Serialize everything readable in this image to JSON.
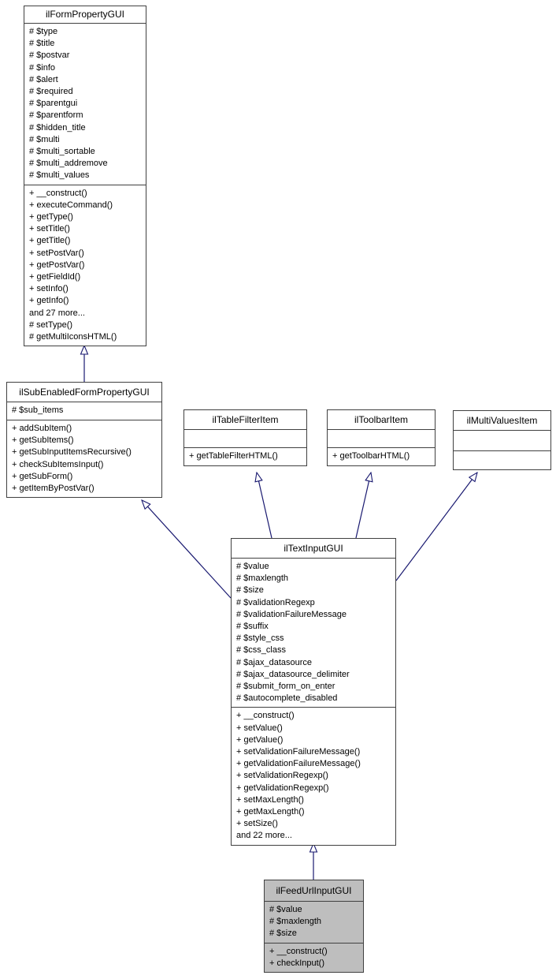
{
  "diagram": {
    "type": "uml-class-inheritance",
    "colors": {
      "box_border": "#404040",
      "box_fill": "#ffffff",
      "highlight_fill": "#bebebe",
      "arrow": "#191970",
      "text": "#000000",
      "background": "#ffffff"
    },
    "classes": [
      {
        "name": "ilFormPropertyGUI",
        "highlighted": false,
        "attributes": [
          "# $type",
          "# $title",
          "# $postvar",
          "# $info",
          "# $alert",
          "# $required",
          "# $parentgui",
          "# $parentform",
          "# $hidden_title",
          "# $multi",
          "# $multi_sortable",
          "# $multi_addremove",
          "# $multi_values"
        ],
        "methods": [
          "+ __construct()",
          "+ executeCommand()",
          "+ getType()",
          "+ setTitle()",
          "+ getTitle()",
          "+ setPostVar()",
          "+ getPostVar()",
          "+ getFieldId()",
          "+ setInfo()",
          "+ getInfo()",
          "and 27 more...",
          "# setType()",
          "# getMultiIconsHTML()"
        ]
      },
      {
        "name": "ilSubEnabledFormPropertyGUI",
        "highlighted": false,
        "attributes": [
          "# $sub_items"
        ],
        "methods": [
          "+ addSubItem()",
          "+ getSubItems()",
          "+ getSubInputItemsRecursive()",
          "+ checkSubItemsInput()",
          "+ getSubForm()",
          "+ getItemByPostVar()"
        ]
      },
      {
        "name": "ilTableFilterItem",
        "highlighted": false,
        "attributes": [],
        "methods": [
          "+ getTableFilterHTML()"
        ]
      },
      {
        "name": "ilToolbarItem",
        "highlighted": false,
        "attributes": [],
        "methods": [
          "+ getToolbarHTML()"
        ]
      },
      {
        "name": "ilMultiValuesItem",
        "highlighted": false,
        "attributes": [],
        "methods": []
      },
      {
        "name": "ilTextInputGUI",
        "highlighted": false,
        "attributes": [
          "# $value",
          "# $maxlength",
          "# $size",
          "# $validationRegexp",
          "# $validationFailureMessage",
          "# $suffix",
          "# $style_css",
          "# $css_class",
          "# $ajax_datasource",
          "# $ajax_datasource_delimiter",
          "# $submit_form_on_enter",
          "# $autocomplete_disabled"
        ],
        "methods": [
          "+ __construct()",
          "+ setValue()",
          "+ getValue()",
          "+ setValidationFailureMessage()",
          "+ getValidationFailureMessage()",
          "+ setValidationRegexp()",
          "+ getValidationRegexp()",
          "+ setMaxLength()",
          "+ getMaxLength()",
          "+ setSize()",
          "and 22 more..."
        ]
      },
      {
        "name": "ilFeedUrlInputGUI",
        "highlighted": true,
        "attributes": [
          "# $value",
          "# $maxlength",
          "# $size"
        ],
        "methods": [
          "+ __construct()",
          "+ checkInput()"
        ]
      }
    ],
    "edges": [
      {
        "from": "ilSubEnabledFormPropertyGUI",
        "to": "ilFormPropertyGUI",
        "type": "inheritance"
      },
      {
        "from": "ilTextInputGUI",
        "to": "ilSubEnabledFormPropertyGUI",
        "type": "inheritance"
      },
      {
        "from": "ilTextInputGUI",
        "to": "ilTableFilterItem",
        "type": "inheritance"
      },
      {
        "from": "ilTextInputGUI",
        "to": "ilToolbarItem",
        "type": "inheritance"
      },
      {
        "from": "ilTextInputGUI",
        "to": "ilMultiValuesItem",
        "type": "inheritance"
      },
      {
        "from": "ilFeedUrlInputGUI",
        "to": "ilTextInputGUI",
        "type": "inheritance"
      }
    ]
  }
}
